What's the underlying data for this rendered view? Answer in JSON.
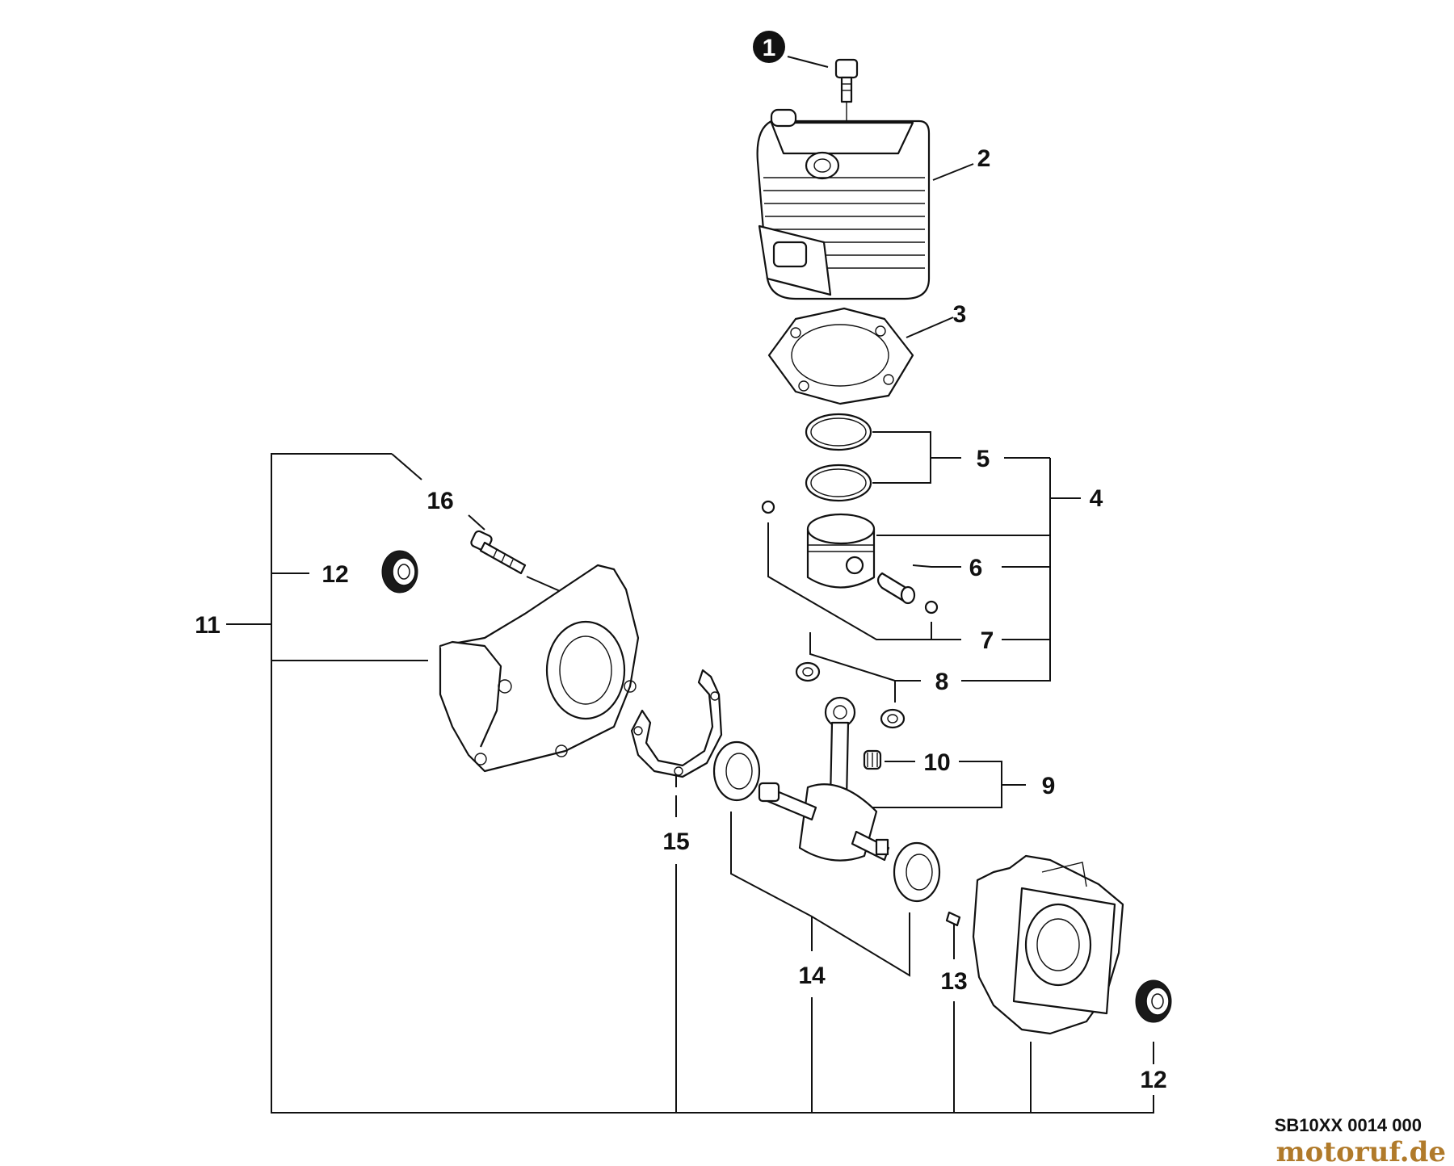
{
  "diagram": {
    "callouts": {
      "c1": "1",
      "c2": "2",
      "c3": "3",
      "c4": "4",
      "c5": "5",
      "c6": "6",
      "c7": "7",
      "c8": "8",
      "c9": "9",
      "c10": "10",
      "c11": "11",
      "c12a": "12",
      "c12b": "12",
      "c13": "13",
      "c14": "14",
      "c15": "15",
      "c16": "16"
    },
    "reference_code": "SB10XX 0014 000",
    "watermark": "motoruf.de"
  }
}
